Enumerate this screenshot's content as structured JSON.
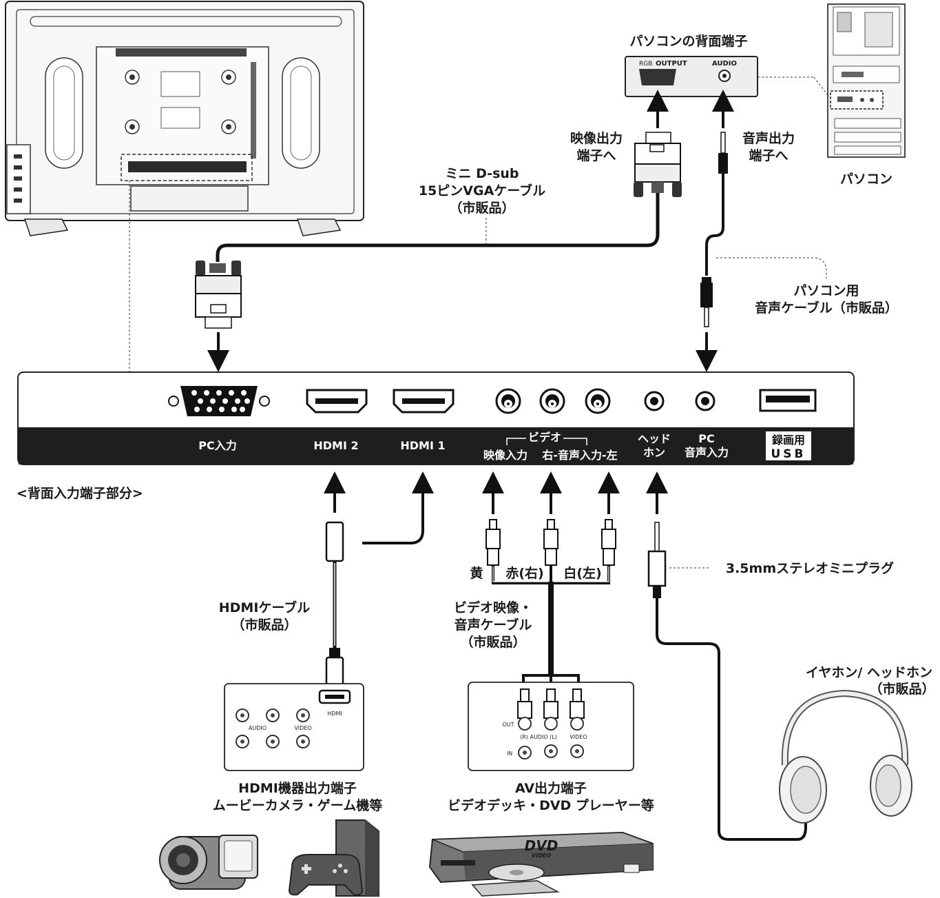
{
  "pc_rear": {
    "title": "パソコンの背面端子",
    "rgb_prefix": "RGB",
    "rgb_output": "OUTPUT",
    "audio": "AUDIO"
  },
  "pc_label": "パソコン",
  "vga_cable": {
    "line1": "ミニ D-sub",
    "line2": "15ピンVGAケーブル",
    "line3": "（市販品）"
  },
  "video_out_label": {
    "line1": "映像出力",
    "line2": "端子へ"
  },
  "audio_out_label": {
    "line1": "音声出力",
    "line2": "端子へ"
  },
  "pc_audio_cable": {
    "line1": "パソコン用",
    "line2": "音声ケーブル（市販品）"
  },
  "panel": {
    "pc_input": "PC入力",
    "hdmi2": "HDMI 2",
    "hdmi1": "HDMI 1",
    "video_group": "ビデオ",
    "video_in": "映像入力",
    "audio_in_rl": "右-音声入力-左",
    "headphone_line1": "ヘッド",
    "headphone_line2": "ホン",
    "pc_audio_line1": "PC",
    "pc_audio_line2": "音声入力",
    "usb_line1": "録画用",
    "usb_line2": "USB"
  },
  "section_label": "<背面入力端子部分>",
  "rca_colors": {
    "yellow": "黄",
    "red": "赤(右)",
    "white": "白(左)"
  },
  "hdmi_cable": {
    "line1": "HDMIケーブル",
    "line2": "（市販品）"
  },
  "av_cable": {
    "line1": "ビデオ映像・",
    "line2": "音声ケーブル",
    "line3": "（市販品）"
  },
  "stereo_plug": "3.5mmステレオミニプラグ",
  "earphone": {
    "line1": "イヤホン/ ヘッドホン",
    "line2": "（市販品）"
  },
  "hdmi_device_panel": {
    "audio": "AUDIO",
    "video": "VIDEO",
    "hdmi": "HDMI"
  },
  "av_device_panel": {
    "out": "OUT",
    "in": "IN",
    "audio_rl": "(R) AUDIO (L)",
    "video": "VIDEO"
  },
  "hdmi_device": {
    "line1": "HDMI機器出力端子",
    "line2": "ムービーカメラ・ゲーム機等"
  },
  "av_device": {
    "line1": "AV出力端子",
    "line2": "ビデオデッキ・DVD プレーヤー等"
  },
  "dvd_logo": {
    "line1": "DVD",
    "line2": "VIDEO"
  }
}
